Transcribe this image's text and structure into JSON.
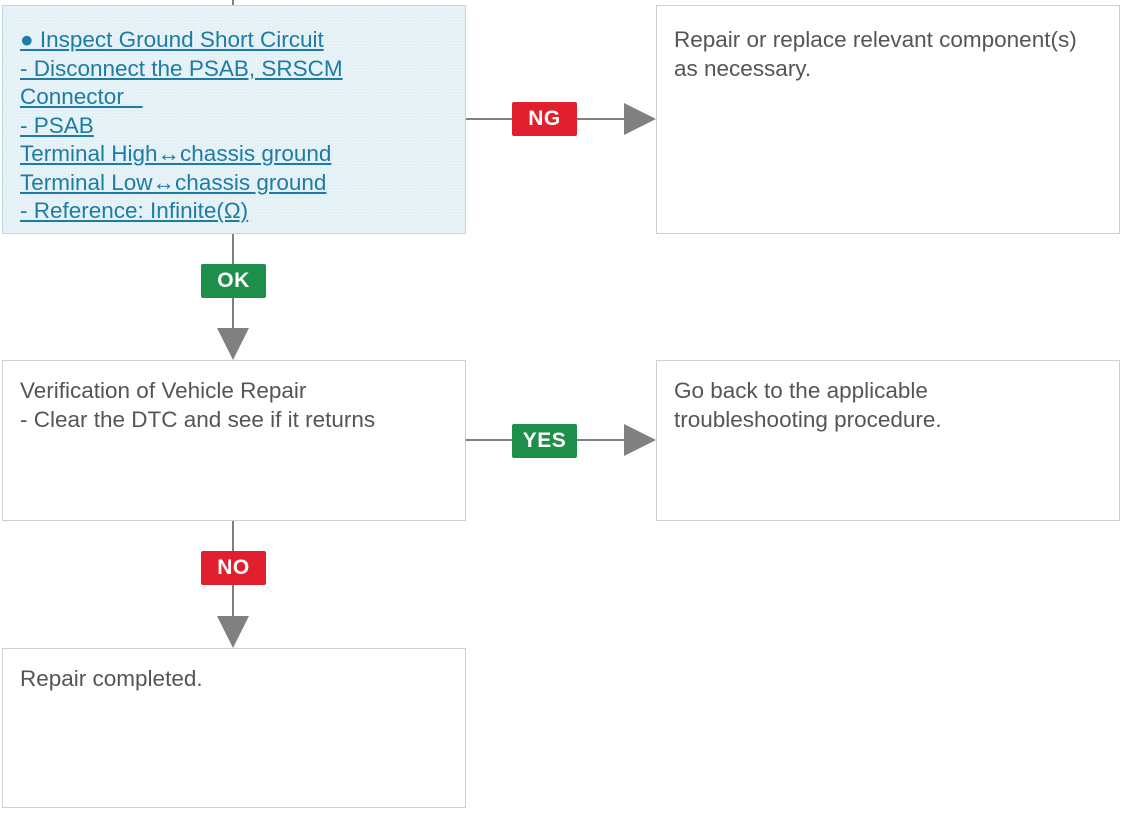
{
  "boxes": {
    "inspect": {
      "lines": [
        "● Inspect Ground Short Circuit",
        "- Disconnect the PSAB, SRSCM",
        "Connector   ",
        "- PSAB",
        "Terminal High↔chassis ground",
        "Terminal Low↔chassis ground",
        "- Reference: Infinite(Ω)"
      ]
    },
    "repair_replace": {
      "lines": [
        "Repair or replace relevant component(s)",
        "as necessary."
      ]
    },
    "verification": {
      "lines": [
        "Verification of Vehicle Repair",
        "- Clear the DTC and see if it returns"
      ]
    },
    "go_back": {
      "lines": [
        "Go back to the applicable",
        "troubleshooting procedure."
      ]
    },
    "completed": {
      "lines": [
        "Repair completed."
      ]
    }
  },
  "badges": {
    "ng": "NG",
    "ok": "OK",
    "yes": "YES",
    "no": "NO"
  },
  "colors": {
    "link": "#1e7ba3",
    "badge_red": "#e0202e",
    "badge_green": "#1e8f4a",
    "arrow": "#808080",
    "highlight_bg": "#e3f1f6"
  }
}
